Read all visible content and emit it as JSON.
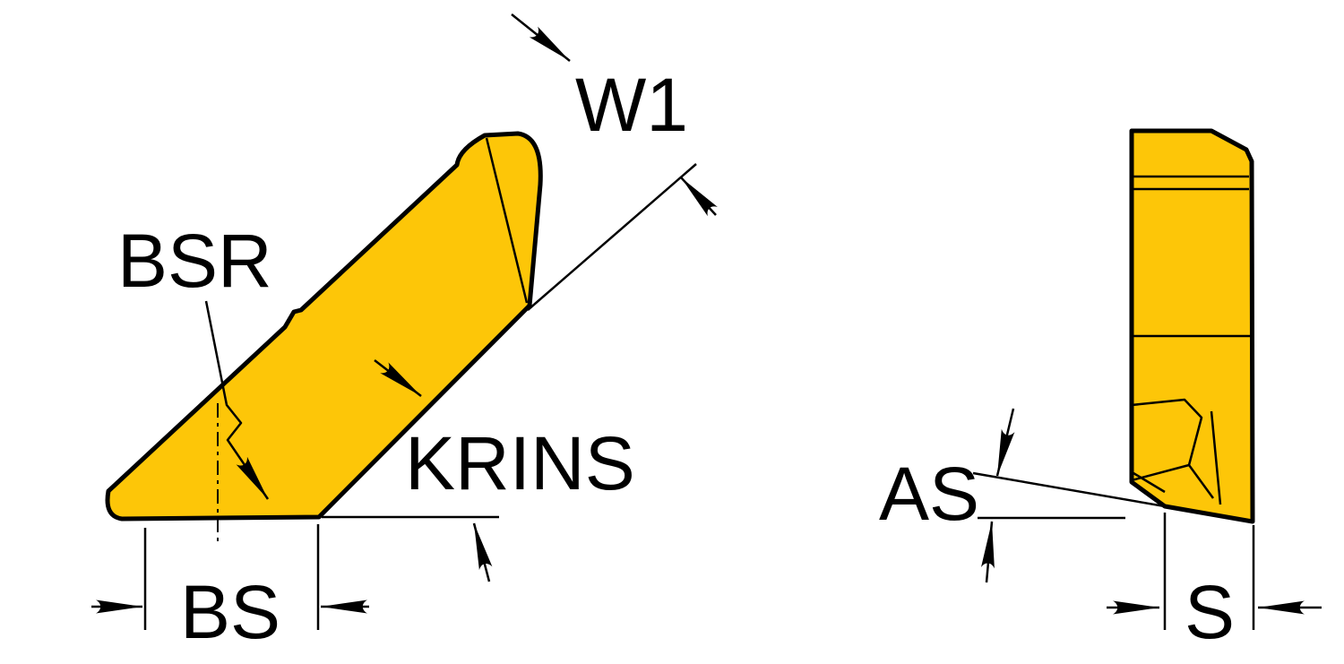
{
  "diagram": {
    "background": "#ffffff",
    "outline_color": "#000000",
    "insert_fill": "#FDC608",
    "side_view": {
      "width_label": "W1",
      "bsr_label": "BSR",
      "krins_label": "KRINS",
      "bs_label": "BS"
    },
    "end_view": {
      "as_label": "AS",
      "s_label": "S"
    }
  }
}
